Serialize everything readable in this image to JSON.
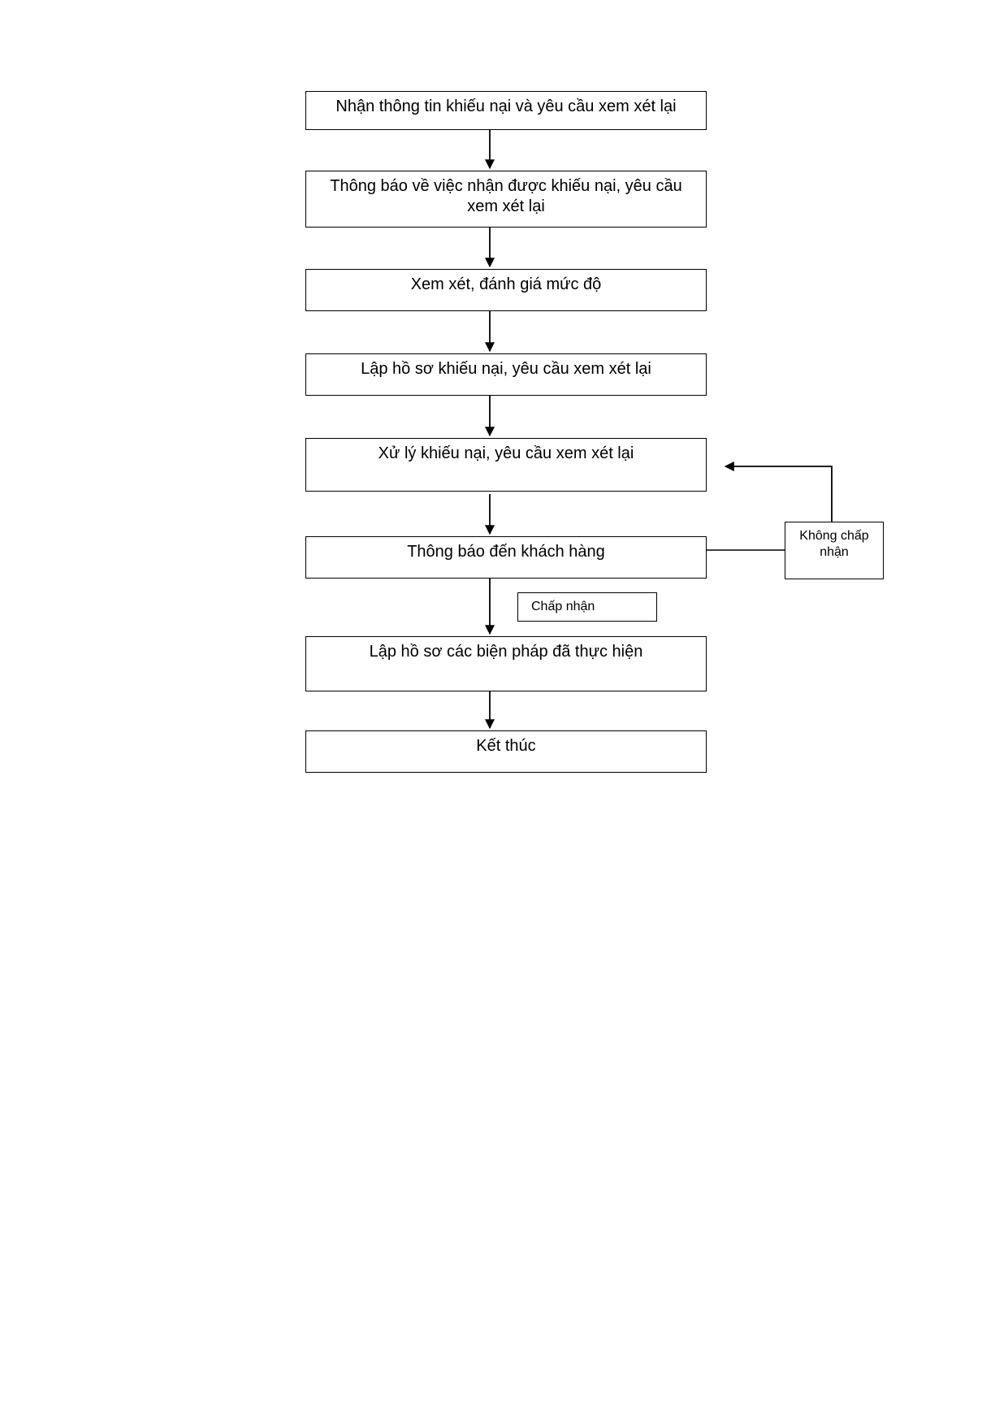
{
  "steps": [
    {
      "id": "receive-complaint",
      "label": "Nhận thông tin khiếu nại và yêu cầu xem xét lại"
    },
    {
      "id": "notify-receipt",
      "label": "Thông báo về việc nhận được khiếu nại, yêu cầu xem xét lại"
    },
    {
      "id": "assess-severity",
      "label": "Xem xét, đánh giá mức độ"
    },
    {
      "id": "create-dossier",
      "label": "Lập hồ sơ khiếu nại, yêu cầu xem xét lại"
    },
    {
      "id": "process-complaint",
      "label": "Xử lý khiếu nại, yêu cầu xem xét lại"
    },
    {
      "id": "notify-customer",
      "label": "Thông báo đến khách hàng"
    },
    {
      "id": "record-measures",
      "label": "Lập hồ sơ các biện pháp đã thực hiện"
    },
    {
      "id": "end",
      "label": "Kết thúc"
    }
  ],
  "branches": {
    "accepted": "Chấp nhận",
    "not_accepted": "Không chấp nhận"
  }
}
